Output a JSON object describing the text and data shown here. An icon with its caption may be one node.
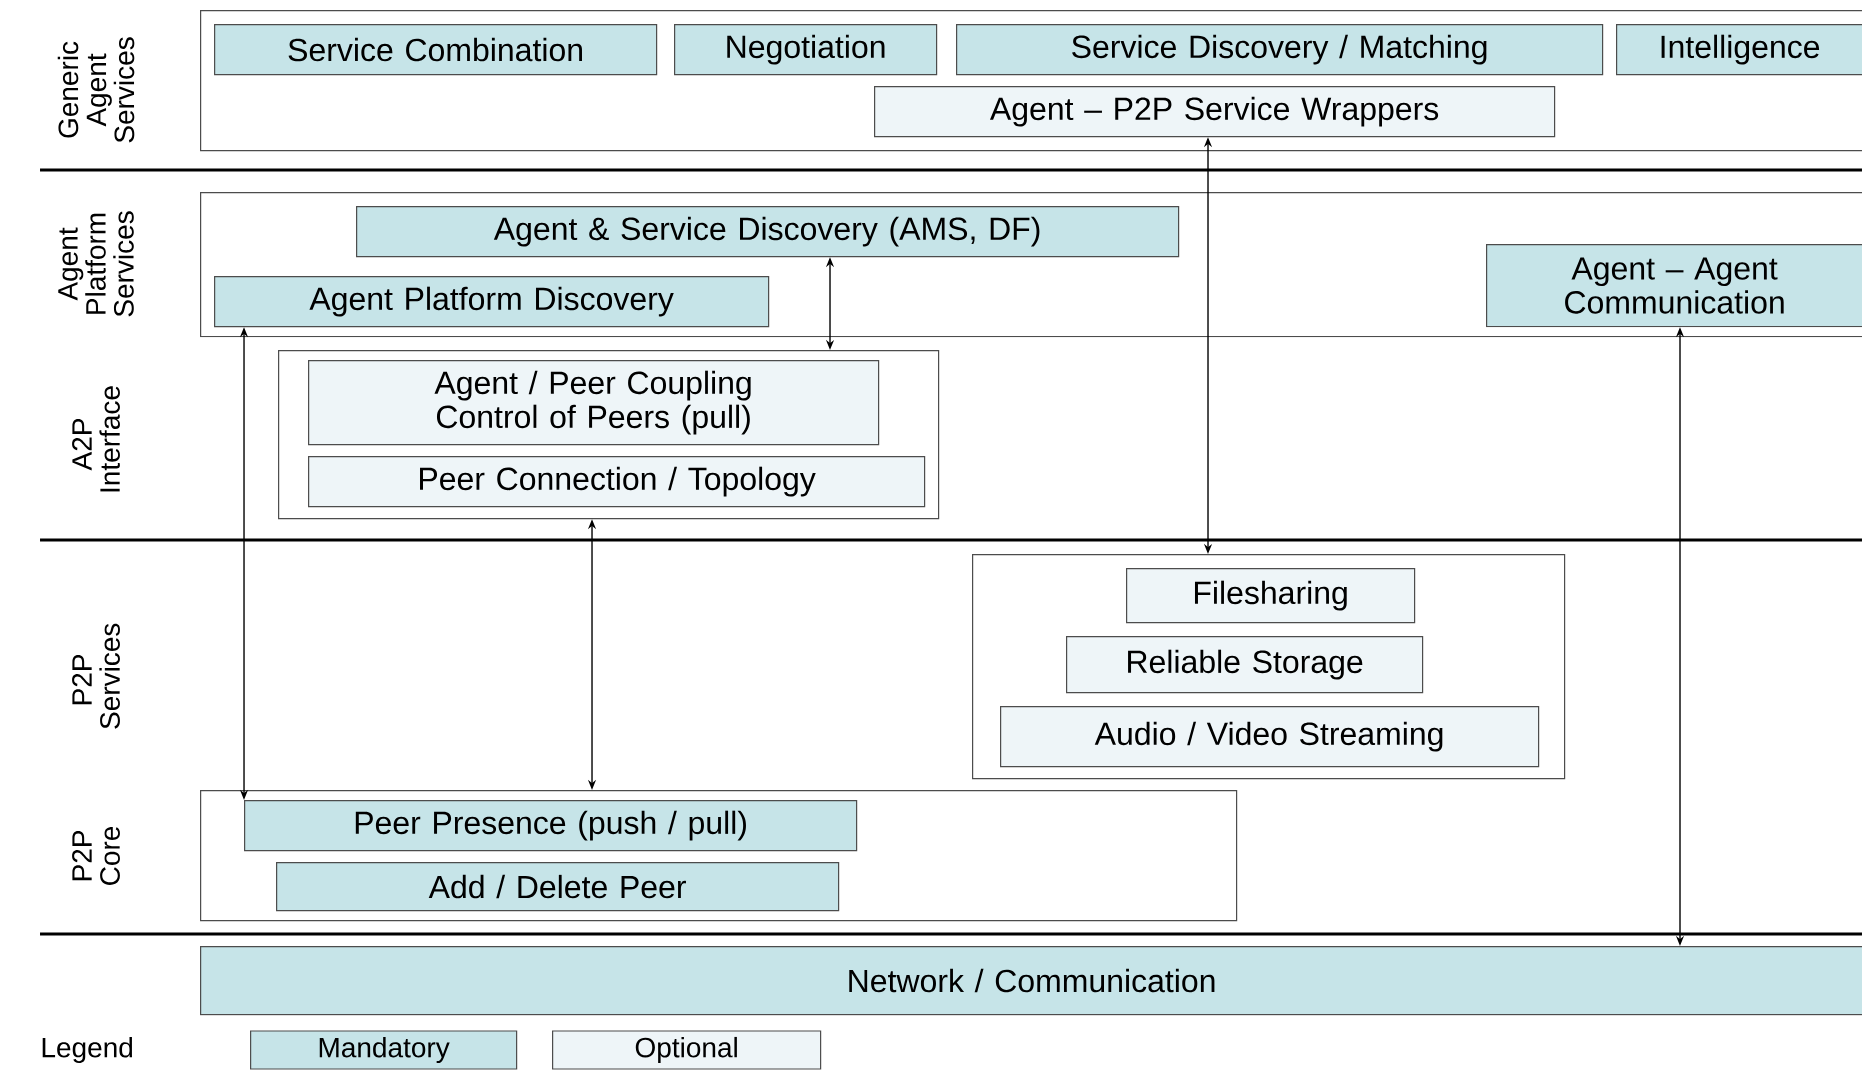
{
  "diagram": {
    "nodes": [
      {
        "text": [],
        "shape": "box"
      },
      {
        "text": [
          "Service Combination"
        ],
        "in": 0
      },
      {
        "text": [
          "Negotiation"
        ],
        "in": 0
      },
      {
        "text": [
          "Service Discovery / Matching"
        ],
        "in": 0
      },
      {
        "text": [
          "Intelligence"
        ],
        "in": 0
      },
      {
        "text": [
          "Agent – P2P Service Wrappers"
        ],
        "in": 0
      },
      {
        "text": [],
        "shape": "box"
      },
      {
        "text": [
          "Agent & Service Discovery (AMS, DF)"
        ],
        "in": 6
      },
      {
        "text": [
          "Agent Platform Discovery"
        ],
        "in": 6
      },
      {
        "text": [
          "Agent – Agent Communication"
        ],
        "in": 6
      },
      {
        "text": [],
        "shape": "box"
      },
      {
        "text": [
          "Agent / Peer Coupling Control of Peers (pull)"
        ],
        "in": 10
      },
      {
        "text": [
          "Peer Connection / Topology"
        ],
        "in": 10
      },
      {
        "text": [],
        "shape": "box"
      },
      {
        "text": [
          "Filesharing"
        ],
        "in": 13
      },
      {
        "text": [
          "Reliable Storage"
        ],
        "in": 13
      },
      {
        "text": [
          "Audio / Video Streaming"
        ],
        "in": 13
      },
      {
        "text": [],
        "shape": "box"
      },
      {
        "text": [
          "Peer Presence (push / pull)"
        ],
        "in": 17
      },
      {
        "text": [
          "Add / Delete Peer"
        ],
        "in": 17
      },
      {
        "text": [
          "Network / Communication"
        ]
      }
    ],
    "edges": [
      {
        "from": 7,
        "to": 10,
        "arrow": "both"
      },
      {
        "from": 5,
        "to": 13,
        "arrow": "both"
      },
      {
        "from": 8,
        "to": 18,
        "arrow": "both"
      },
      {
        "from": 10,
        "to": 17,
        "arrow": "both"
      },
      {
        "from": 9,
        "to": 20,
        "arrow": "both"
      }
    ],
    "labels": [
      "Generic Agent Services",
      "Agent Platform Services",
      "A2P Interface",
      "P2P Services",
      "P2P Core",
      "Legend"
    ],
    "legend": [
      {
        "text": "Mandatory",
        "color": "#c6e4e8"
      },
      {
        "text": "Optional",
        "color": "#eef5f8"
      }
    ]
  }
}
